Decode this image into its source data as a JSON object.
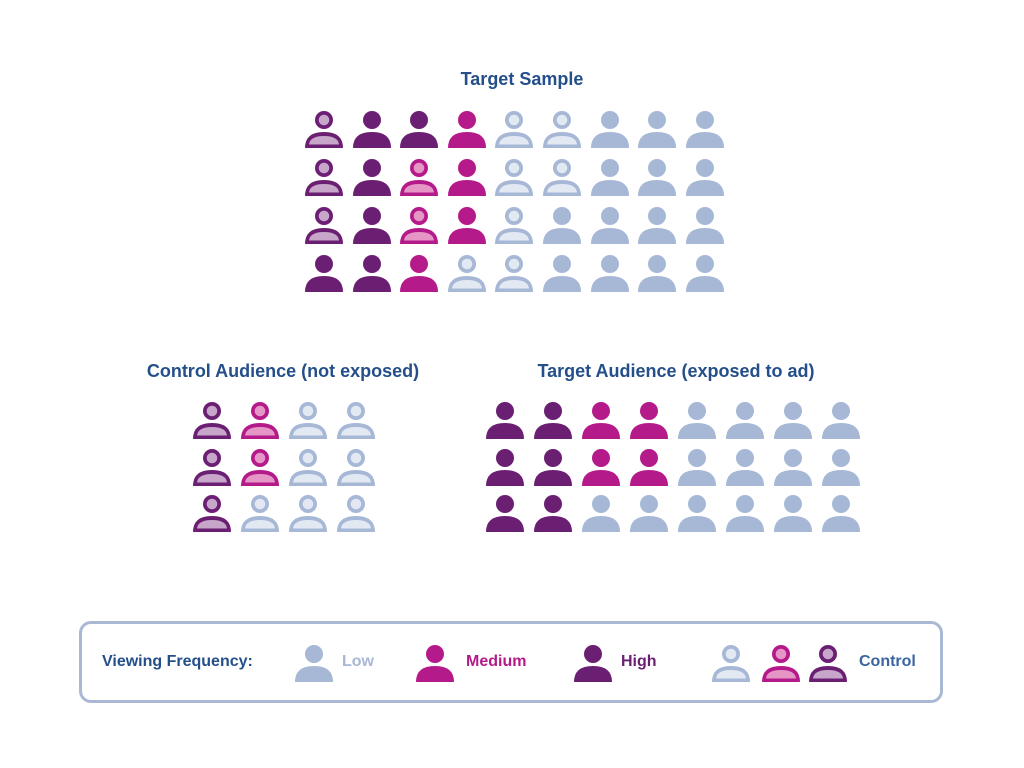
{
  "colors": {
    "low": "#a6b8d6",
    "low_ring_fill": "#e3e9f3",
    "medium": "#b51a8a",
    "medium_ring_fill": "#e596c7",
    "high": "#6b1f73",
    "high_ring_fill": "#c7a6ca",
    "title": "#244f8a"
  },
  "titles": {
    "target_sample": "Target Sample",
    "control_audience": "Control Audience (not exposed)",
    "target_audience": "Target Audience (exposed to ad)"
  },
  "target_sample": {
    "columns": 9,
    "people": [
      "HC",
      "H",
      "H",
      "M",
      "LC",
      "LC",
      "L",
      "L",
      "L",
      "HC",
      "H",
      "MC",
      "M",
      "LC",
      "LC",
      "L",
      "L",
      "L",
      "HC",
      "H",
      "MC",
      "M",
      "LC",
      "L",
      "L",
      "L",
      "L",
      "H",
      "H",
      "M",
      "LC",
      "LC",
      "L",
      "L",
      "L",
      "L"
    ]
  },
  "control_audience": {
    "columns": 4,
    "people": [
      "HC",
      "MC",
      "LC",
      "LC",
      "HC",
      "MC",
      "LC",
      "LC",
      "HC",
      "LC",
      "LC",
      "LC"
    ]
  },
  "target_audience": {
    "columns": 8,
    "people": [
      "H",
      "H",
      "M",
      "M",
      "L",
      "L",
      "L",
      "L",
      "H",
      "H",
      "M",
      "M",
      "L",
      "L",
      "L",
      "L",
      "H",
      "H",
      "L",
      "L",
      "L",
      "L",
      "L",
      "L"
    ]
  },
  "legend": {
    "title": "Viewing Frequency:",
    "items": [
      {
        "label": "Low",
        "color": "#a6b8d6"
      },
      {
        "label": "Medium",
        "color": "#b51a8a"
      },
      {
        "label": "High",
        "color": "#6b1f73"
      },
      {
        "label": "Control",
        "color": "#3a65a0"
      }
    ]
  }
}
